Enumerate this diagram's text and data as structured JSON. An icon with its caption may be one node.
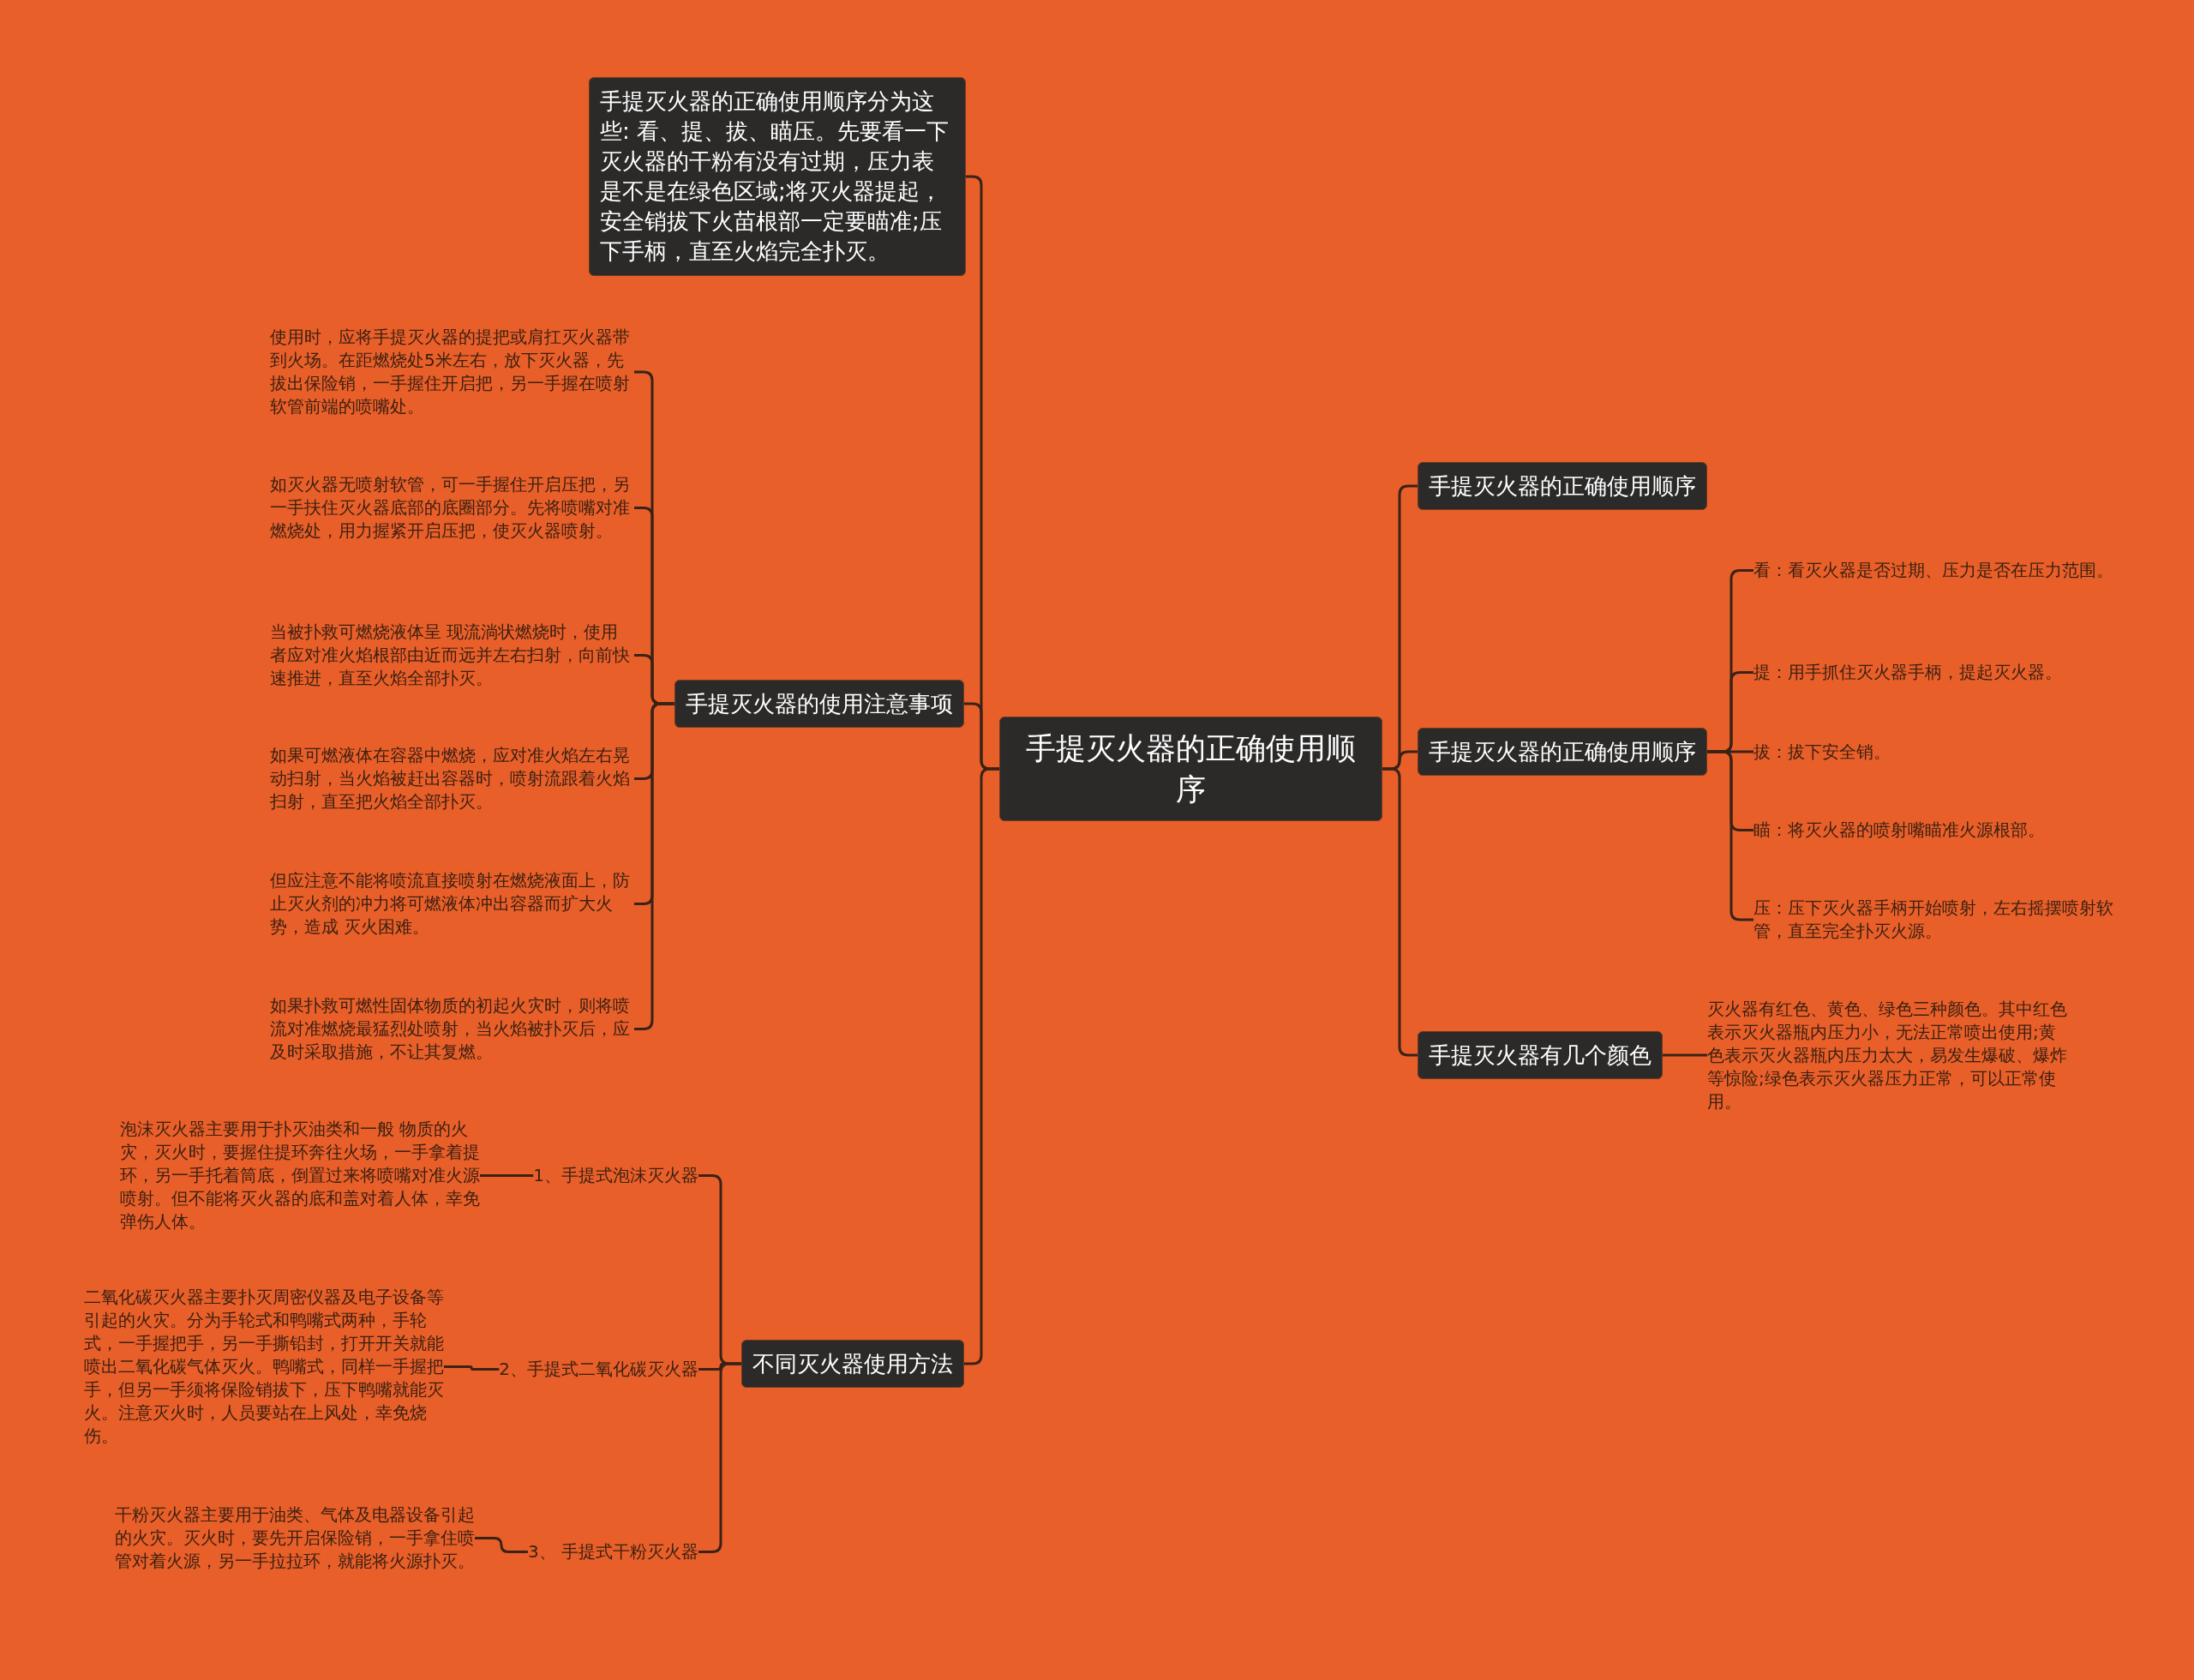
{
  "diagram": {
    "nodes": [
      {
        "text": [
          "手提灭火器的正确使用顺序"
        ]
      },
      {
        "text": [
          "手提灭火器的正确使用顺序分为这些: 看、提、拔、瞄压。先要看一下灭火器的干粉有没有过期，压力表是不是在绿色区域;将灭火器提起，安全销拔下火苗根部一定要瞄准;压下手柄，直至火焰完全扑灭。"
        ]
      },
      {
        "text": [
          "手提灭火器的使用注意事项"
        ]
      },
      {
        "text": [
          "使用时，应将手提灭火器的提把或肩扛灭火器带到火场。在距燃烧处5米左右，放下灭火器，先拔出保险销，一手握住开启把，另一手握在喷射软管前端的喷嘴处。"
        ]
      },
      {
        "text": [
          "如灭火器无喷射软管，可一手握住开启压把，另一手扶住灭火器底部的底圈部分。先将喷嘴对准燃烧处，用力握紧开启压把，使灭火器喷射。"
        ]
      },
      {
        "text": [
          "当被扑救可燃烧液体呈 现流淌状燃烧时，使用者应对准火焰根部由近而远并左右扫射，向前快速推进，直至火焰全部扑灭。"
        ]
      },
      {
        "text": [
          "如果可燃液体在容器中燃烧，应对准火焰左右晃动扫射，当火焰被赶出容器时，喷射流跟着火焰扫射，直至把火焰全部扑灭。"
        ]
      },
      {
        "text": [
          "但应注意不能将喷流直接喷射在燃烧液面上，防止灭火剂的冲力将可燃液体冲出容器而扩大火势，造成 灭火困难。"
        ]
      },
      {
        "text": [
          "如果扑救可燃性固体物质的初起火灾时，则将喷流对准燃烧最猛烈处喷射，当火焰被扑灭后，应及时采取措施，不让其复燃。"
        ]
      },
      {
        "text": [
          "不同灭火器使用方法"
        ]
      },
      {
        "text": [
          "1、手提式泡沫灭火器"
        ]
      },
      {
        "text": [
          "泡沫灭火器主要用于扑灭油类和一般 物质的火灾，灭火时，要握住提环奔往火场，一手拿着提环，另一手托着筒底，倒置过来将喷嘴对准火源喷射。但不能将灭火器的底和盖对着人体，幸免弹伤人体。"
        ]
      },
      {
        "text": [
          "2、手提式二氧化碳灭火器"
        ]
      },
      {
        "text": [
          "二氧化碳灭火器主要扑灭周密仪器及电子设备等引起的火灾。分为手轮式和鸭嘴式两种，手轮式，一手握把手，另一手撕铅封，打开开关就能喷出二氧化碳气体灭火。鸭嘴式，同样一手握把手，但另一手须将保险销拔下，压下鸭嘴就能灭火。注意灭火时，人员要站在上风处，幸免烧伤。"
        ]
      },
      {
        "text": [
          "3、 手提式干粉灭火器"
        ]
      },
      {
        "text": [
          "干粉灭火器主要用于油类、气体及电器设备引起的火灾。灭火时，要先开启保险销，一手拿住喷管对着火源，另一手拉拉环，就能将火源扑灭。"
        ]
      },
      {
        "text": [
          "手提灭火器的正确使用顺序"
        ]
      },
      {
        "text": [
          "手提灭火器的正确使用顺序"
        ]
      },
      {
        "text": [
          "看：看灭火器是否过期、压力是否在压力范围。"
        ]
      },
      {
        "text": [
          "提：用手抓住灭火器手柄，提起灭火器。"
        ]
      },
      {
        "text": [
          "拔：拔下安全销。"
        ]
      },
      {
        "text": [
          "瞄：将灭火器的喷射嘴瞄准火源根部。"
        ]
      },
      {
        "text": [
          "压：压下灭火器手柄开始喷射，左右摇摆喷射软管，直至完全扑灭火源。"
        ]
      },
      {
        "text": [
          "手提灭火器有几个颜色"
        ]
      },
      {
        "text": [
          "灭火器有红色、黄色、绿色三种颜色。其中红色表示灭火器瓶内压力小，无法正常喷出使用;黄色表示灭火器瓶内压力太大，易发生爆破、爆炸等惊险;绿色表示灭火器压力正常，可以正常使用。"
        ]
      }
    ],
    "edges": [
      {
        "from": 0,
        "to": 1,
        "arrow": "none"
      },
      {
        "from": 0,
        "to": 2,
        "arrow": "none"
      },
      {
        "from": 2,
        "to": 3,
        "arrow": "none"
      },
      {
        "from": 2,
        "to": 4,
        "arrow": "none"
      },
      {
        "from": 2,
        "to": 5,
        "arrow": "none"
      },
      {
        "from": 2,
        "to": 6,
        "arrow": "none"
      },
      {
        "from": 2,
        "to": 7,
        "arrow": "none"
      },
      {
        "from": 2,
        "to": 8,
        "arrow": "none"
      },
      {
        "from": 0,
        "to": 9,
        "arrow": "none"
      },
      {
        "from": 9,
        "to": 10,
        "arrow": "none"
      },
      {
        "from": 10,
        "to": 11,
        "arrow": "none"
      },
      {
        "from": 9,
        "to": 12,
        "arrow": "none"
      },
      {
        "from": 12,
        "to": 13,
        "arrow": "none"
      },
      {
        "from": 9,
        "to": 14,
        "arrow": "none"
      },
      {
        "from": 14,
        "to": 15,
        "arrow": "none"
      },
      {
        "from": 0,
        "to": 16,
        "arrow": "none"
      },
      {
        "from": 0,
        "to": 17,
        "arrow": "none"
      },
      {
        "from": 17,
        "to": 18,
        "arrow": "none"
      },
      {
        "from": 17,
        "to": 19,
        "arrow": "none"
      },
      {
        "from": 17,
        "to": 20,
        "arrow": "none"
      },
      {
        "from": 17,
        "to": 21,
        "arrow": "none"
      },
      {
        "from": 17,
        "to": 22,
        "arrow": "none"
      },
      {
        "from": 0,
        "to": 23,
        "arrow": "none"
      },
      {
        "from": 23,
        "to": 24,
        "arrow": "none"
      }
    ]
  }
}
